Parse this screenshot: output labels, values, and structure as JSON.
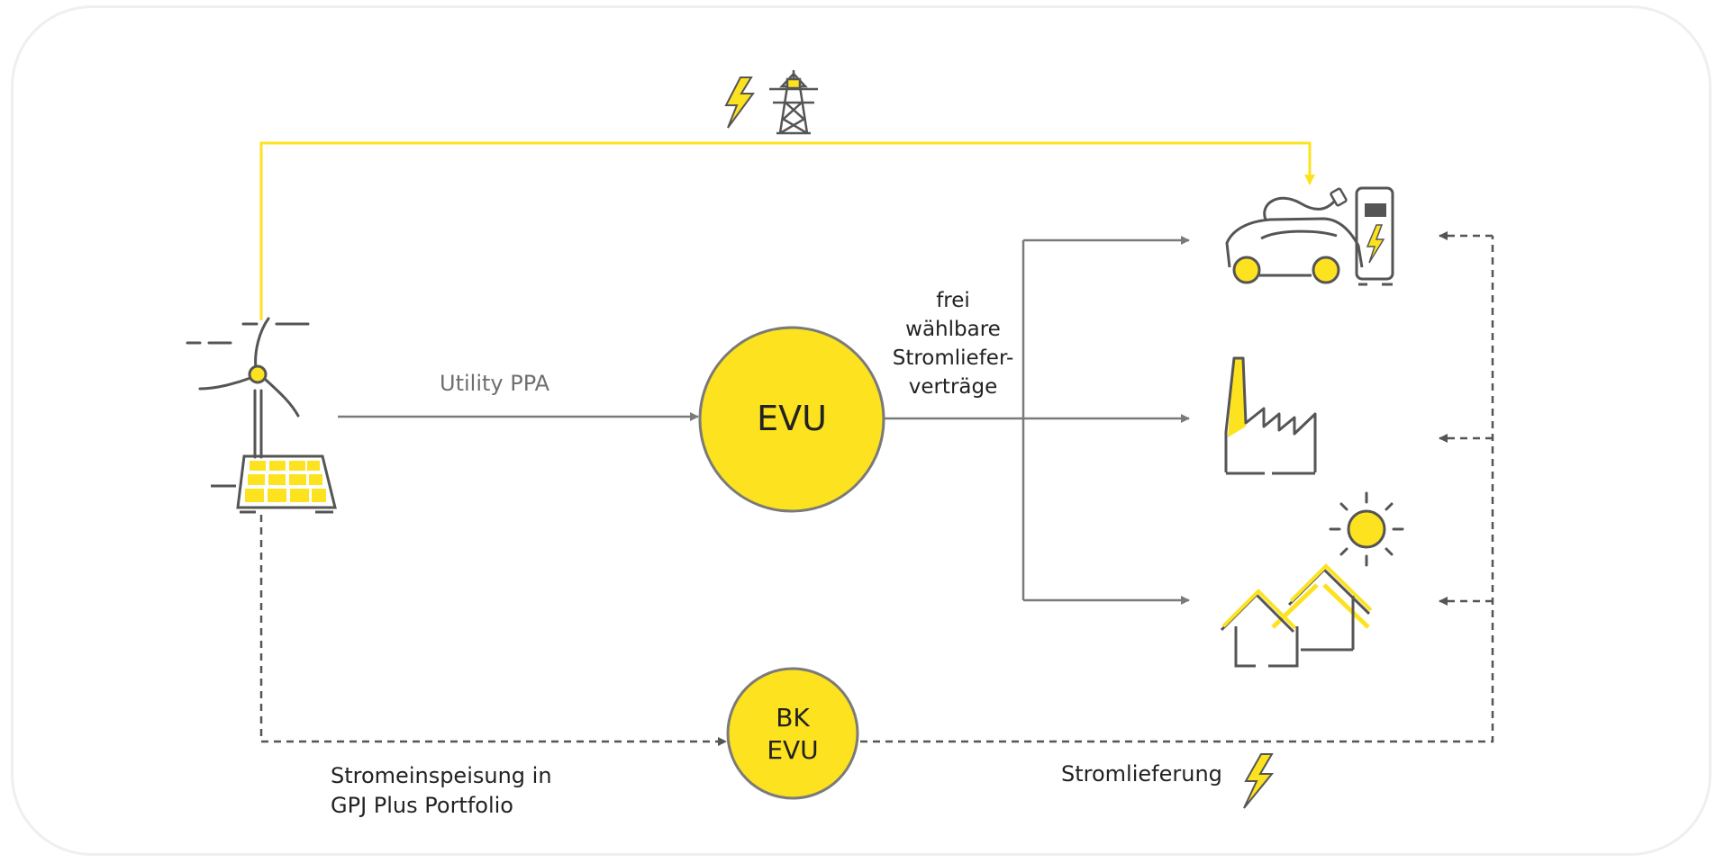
{
  "labels": {
    "utility_ppa": "Utility PPA",
    "frei_line1": "frei",
    "frei_line2": "wählbare",
    "frei_line3": "Stromliefer-",
    "frei_line4": "verträge",
    "einspeisung_line1": "Stromeinspeisung in",
    "einspeisung_line2": "GPJ Plus Portfolio",
    "stromlieferung": "Stromlieferung"
  },
  "nodes": {
    "evu": "EVU",
    "bk_line1": "BK",
    "bk_line2": "EVU"
  },
  "icons": {
    "source": [
      "wind-turbine-icon",
      "solar-panel-icon"
    ],
    "consumers": [
      "electric-car-charging-icon",
      "factory-icon",
      "houses-with-sun-icon"
    ],
    "grid": [
      "lightning-icon",
      "power-pylon-icon"
    ]
  },
  "colors": {
    "accent_yellow": "#fde21f",
    "line_gray": "#7a7a7a",
    "dark_gray": "#555555",
    "frame": "#efefef"
  }
}
